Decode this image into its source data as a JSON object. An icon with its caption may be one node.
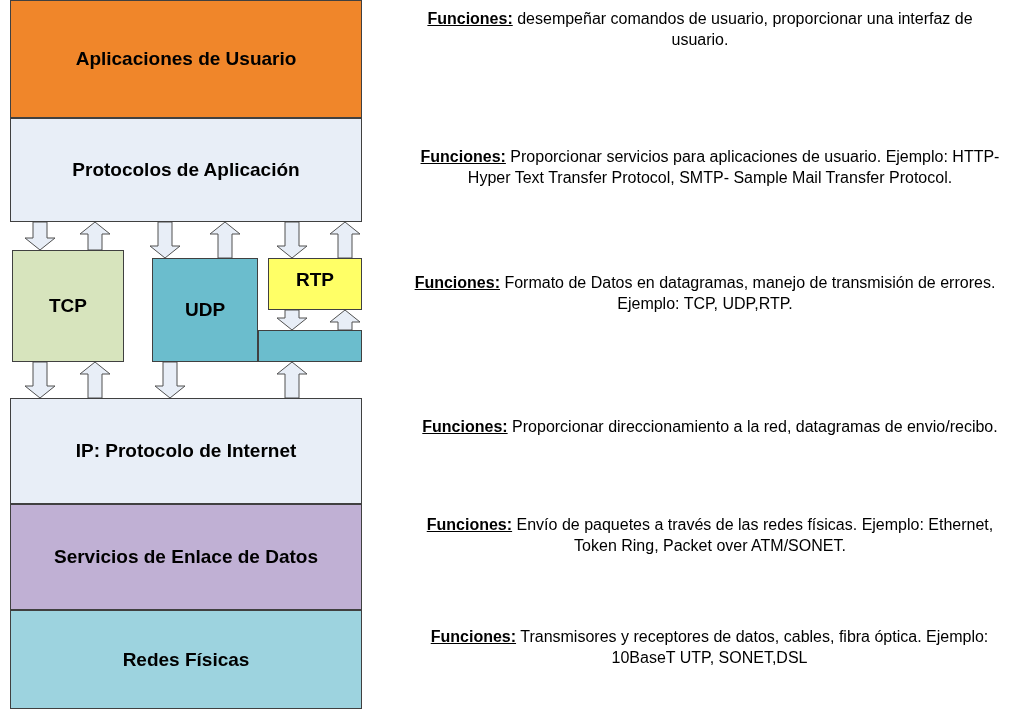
{
  "diagram": {
    "nodes": [
      {
        "text": [
          "Aplicaciones de Usuario"
        ]
      },
      {
        "text": [
          "Protocolos de Aplicación"
        ]
      },
      {
        "text": [
          "TCP"
        ]
      },
      {
        "text": [
          "UDP"
        ]
      },
      {
        "text": [
          "RTP"
        ]
      },
      {
        "text": [],
        "shape": "box"
      },
      {
        "text": [
          "IP: Protocolo de Internet"
        ]
      },
      {
        "text": [
          "Servicios de Enlace de Datos"
        ]
      },
      {
        "text": [
          "Redes Físicas"
        ]
      }
    ],
    "edges": [
      {
        "from": 1,
        "to": 2,
        "arrow": "to"
      },
      {
        "from": 2,
        "to": 1,
        "arrow": "to"
      },
      {
        "from": 1,
        "to": 3,
        "arrow": "to"
      },
      {
        "from": 3,
        "to": 1,
        "arrow": "to"
      },
      {
        "from": 1,
        "to": 4,
        "arrow": "to"
      },
      {
        "from": 4,
        "to": 1,
        "arrow": "to"
      },
      {
        "from": 4,
        "to": 5,
        "arrow": "to"
      },
      {
        "from": 5,
        "to": 4,
        "arrow": "to"
      },
      {
        "from": 2,
        "to": 6,
        "arrow": "to"
      },
      {
        "from": 6,
        "to": 2,
        "arrow": "to"
      },
      {
        "from": 3,
        "to": 6,
        "arrow": "to"
      },
      {
        "from": 6,
        "to": 5,
        "arrow": "to"
      }
    ],
    "labels": [
      "**Funciones:** desempeñar comandos de usuario, proporcionar una interfaz de usuario.",
      "**Funciones:** Proporcionar servicios para aplicaciones de usuario. Ejemplo: HTTP-Hyper Text Transfer Protocol, SMTP- Sample Mail Transfer Protocol.",
      "**Funciones:** Formato de Datos en datagramas, manejo de transmisión de errores. Ejemplo: TCP, UDP,RTP.",
      "**Funciones:** Proporcionar direccionamiento a la red, datagramas de envio/recibo.",
      "**Funciones:** Envío de paquetes a través de las redes físicas. Ejemplo: Ethernet, Token Ring, Packet over ATM/SONET.",
      "**Funciones:** Transmisores y receptores de datos, cables, fibra óptica. Ejemplo: 10BaseT UTP, SONET,DSL"
    ]
  }
}
